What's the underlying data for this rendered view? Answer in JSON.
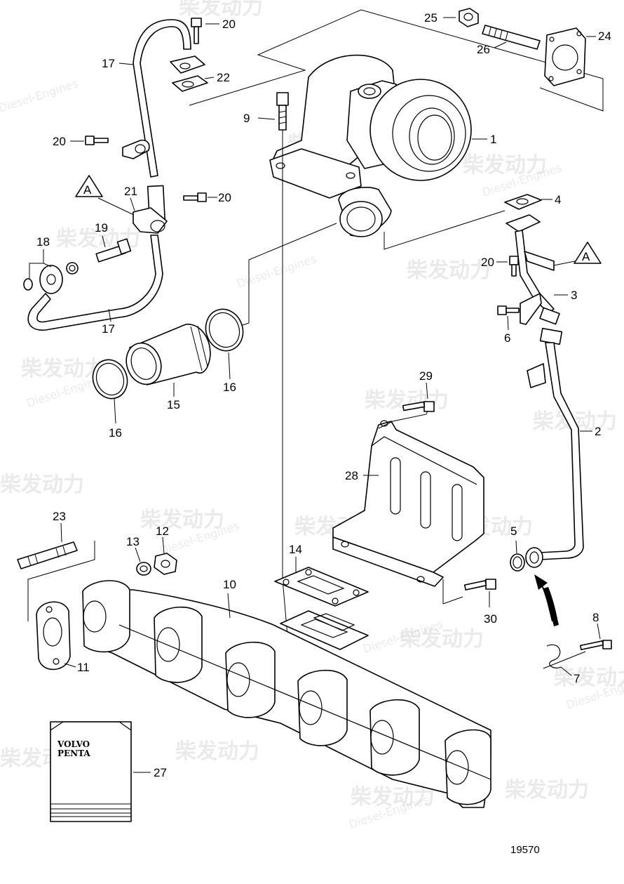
{
  "watermark": {
    "brand": "柴发动力",
    "sub": "Diesel-Engines"
  },
  "logo": {
    "line1": "VOLVO",
    "line2": "PENTA"
  },
  "reference_number": "19570",
  "marker_label": "A",
  "callouts": {
    "c1": "1",
    "c2": "2",
    "c3": "3",
    "c4": "4",
    "c5": "5",
    "c6": "6",
    "c7": "7",
    "c8": "8",
    "c9": "9",
    "c10": "10",
    "c11": "11",
    "c12": "12",
    "c13": "13",
    "c14": "14",
    "c15": "15",
    "c16a": "16",
    "c16b": "16",
    "c17a": "17",
    "c17b": "17",
    "c18": "18",
    "c19": "19",
    "c20a": "20",
    "c20b": "20",
    "c20c": "20",
    "c20d": "20",
    "c21": "21",
    "c22": "22",
    "c23": "23",
    "c24": "24",
    "c25": "25",
    "c26": "26",
    "c27": "27",
    "c28": "28",
    "c29": "29",
    "c30": "30"
  }
}
